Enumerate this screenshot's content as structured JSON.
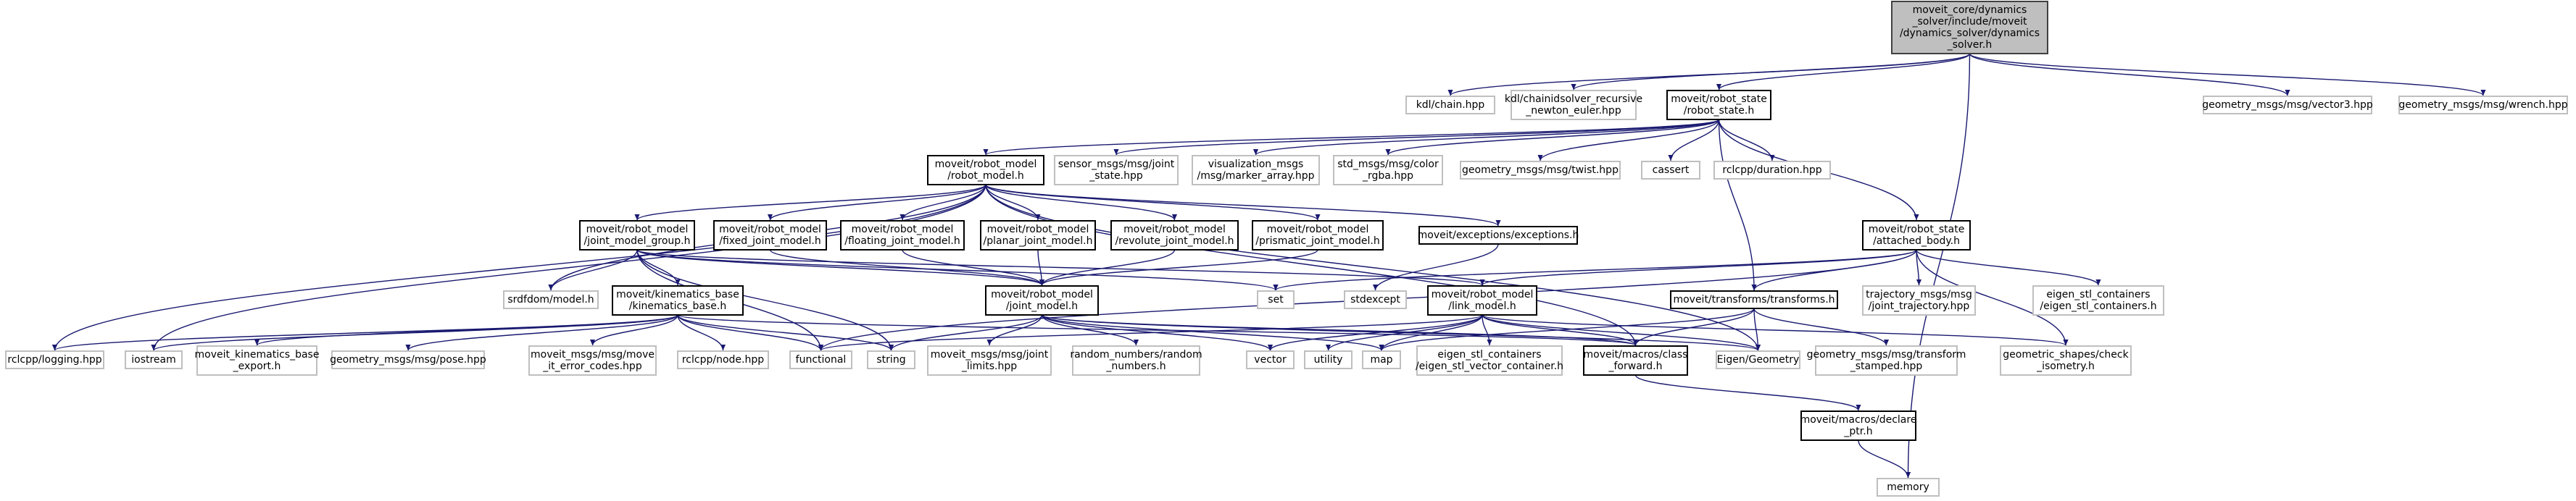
{
  "diagram": {
    "colors": {
      "edge": "#191970",
      "root_fill": "#bfbfbf",
      "root_border": "#404040",
      "internal_border": "#000000",
      "external_border": "#bfbfbf",
      "background": "#ffffff"
    },
    "nodes": [
      {
        "id": "dynamics_solver",
        "kind": "root",
        "lines": [
          "moveit_core/dynamics",
          "_solver/include/moveit",
          "/dynamics_solver/dynamics",
          "_solver.h"
        ]
      },
      {
        "id": "kdl_chain",
        "kind": "external",
        "lines": [
          "kdl/chain.hpp"
        ]
      },
      {
        "id": "kdl_chainidsolver",
        "kind": "external",
        "lines": [
          "kdl/chainidsolver_recursive",
          "_newton_euler.hpp"
        ]
      },
      {
        "id": "robot_state",
        "kind": "internal",
        "lines": [
          "moveit/robot_state",
          "/robot_state.h"
        ]
      },
      {
        "id": "vector3",
        "kind": "external",
        "lines": [
          "geometry_msgs/msg/vector3.hpp"
        ]
      },
      {
        "id": "wrench",
        "kind": "external",
        "lines": [
          "geometry_msgs/msg/wrench.hpp"
        ]
      },
      {
        "id": "robot_model",
        "kind": "internal",
        "lines": [
          "moveit/robot_model",
          "/robot_model.h"
        ]
      },
      {
        "id": "joint_state",
        "kind": "external",
        "lines": [
          "sensor_msgs/msg/joint",
          "_state.hpp"
        ]
      },
      {
        "id": "marker_array",
        "kind": "external",
        "lines": [
          "visualization_msgs",
          "/msg/marker_array.hpp"
        ]
      },
      {
        "id": "color_rgba",
        "kind": "external",
        "lines": [
          "std_msgs/msg/color",
          "_rgba.hpp"
        ]
      },
      {
        "id": "twist",
        "kind": "external",
        "lines": [
          "geometry_msgs/msg/twist.hpp"
        ]
      },
      {
        "id": "cassert",
        "kind": "external",
        "lines": [
          "cassert"
        ]
      },
      {
        "id": "duration",
        "kind": "external",
        "lines": [
          "rclcpp/duration.hpp"
        ]
      },
      {
        "id": "joint_model_group",
        "kind": "internal",
        "lines": [
          "moveit/robot_model",
          "/joint_model_group.h"
        ]
      },
      {
        "id": "fixed_joint_model",
        "kind": "internal",
        "lines": [
          "moveit/robot_model",
          "/fixed_joint_model.h"
        ]
      },
      {
        "id": "floating_joint_model",
        "kind": "internal",
        "lines": [
          "moveit/robot_model",
          "/floating_joint_model.h"
        ]
      },
      {
        "id": "planar_joint_model",
        "kind": "internal",
        "lines": [
          "moveit/robot_model",
          "/planar_joint_model.h"
        ]
      },
      {
        "id": "revolute_joint_model",
        "kind": "internal",
        "lines": [
          "moveit/robot_model",
          "/revolute_joint_model.h"
        ]
      },
      {
        "id": "prismatic_joint_model",
        "kind": "internal",
        "lines": [
          "moveit/robot_model",
          "/prismatic_joint_model.h"
        ]
      },
      {
        "id": "exceptions",
        "kind": "internal",
        "lines": [
          "moveit/exceptions/exceptions.h"
        ]
      },
      {
        "id": "attached_body",
        "kind": "internal",
        "lines": [
          "moveit/robot_state",
          "/attached_body.h"
        ]
      },
      {
        "id": "srdfdom",
        "kind": "external",
        "lines": [
          "srdfdom/model.h"
        ]
      },
      {
        "id": "kinematics_base",
        "kind": "internal",
        "lines": [
          "moveit/kinematics_base",
          "/kinematics_base.h"
        ]
      },
      {
        "id": "joint_model",
        "kind": "internal",
        "lines": [
          "moveit/robot_model",
          "/joint_model.h"
        ]
      },
      {
        "id": "set",
        "kind": "external",
        "lines": [
          "set"
        ]
      },
      {
        "id": "stdexcept",
        "kind": "external",
        "lines": [
          "stdexcept"
        ]
      },
      {
        "id": "link_model",
        "kind": "internal",
        "lines": [
          "moveit/robot_model",
          "/link_model.h"
        ]
      },
      {
        "id": "transforms",
        "kind": "internal",
        "lines": [
          "moveit/transforms/transforms.h"
        ]
      },
      {
        "id": "joint_trajectory",
        "kind": "external",
        "lines": [
          "trajectory_msgs/msg",
          "/joint_trajectory.hpp"
        ]
      },
      {
        "id": "eigen_stl_containers_h",
        "kind": "external",
        "lines": [
          "eigen_stl_containers",
          "/eigen_stl_containers.h"
        ]
      },
      {
        "id": "logging",
        "kind": "external",
        "lines": [
          "rclcpp/logging.hpp"
        ]
      },
      {
        "id": "iostream",
        "kind": "external",
        "lines": [
          "iostream"
        ]
      },
      {
        "id": "kinematics_base_export",
        "kind": "external",
        "lines": [
          "moveit_kinematics_base",
          "_export.h"
        ]
      },
      {
        "id": "pose",
        "kind": "external",
        "lines": [
          "geometry_msgs/msg/pose.hpp"
        ]
      },
      {
        "id": "move_it_error_codes",
        "kind": "external",
        "lines": [
          "moveit_msgs/msg/move",
          "_it_error_codes.hpp"
        ]
      },
      {
        "id": "node",
        "kind": "external",
        "lines": [
          "rclcpp/node.hpp"
        ]
      },
      {
        "id": "functional",
        "kind": "external",
        "lines": [
          "functional"
        ]
      },
      {
        "id": "string",
        "kind": "external",
        "lines": [
          "string"
        ]
      },
      {
        "id": "joint_limits",
        "kind": "external",
        "lines": [
          "moveit_msgs/msg/joint",
          "_limits.hpp"
        ]
      },
      {
        "id": "random_numbers",
        "kind": "external",
        "lines": [
          "random_numbers/random",
          "_numbers.h"
        ]
      },
      {
        "id": "vector",
        "kind": "external",
        "lines": [
          "vector"
        ]
      },
      {
        "id": "utility",
        "kind": "external",
        "lines": [
          "utility"
        ]
      },
      {
        "id": "map",
        "kind": "external",
        "lines": [
          "map"
        ]
      },
      {
        "id": "eigen_stl_vector_container",
        "kind": "external",
        "lines": [
          "eigen_stl_containers",
          "/eigen_stl_vector_container.h"
        ]
      },
      {
        "id": "class_forward",
        "kind": "internal",
        "lines": [
          "moveit/macros/class",
          "_forward.h"
        ]
      },
      {
        "id": "eigen_geometry",
        "kind": "external",
        "lines": [
          "Eigen/Geometry"
        ]
      },
      {
        "id": "transform_stamped",
        "kind": "external",
        "lines": [
          "geometry_msgs/msg/transform",
          "_stamped.hpp"
        ]
      },
      {
        "id": "check_isometry",
        "kind": "external",
        "lines": [
          "geometric_shapes/check",
          "_isometry.h"
        ]
      },
      {
        "id": "declare_ptr",
        "kind": "internal",
        "lines": [
          "moveit/macros/declare",
          "_ptr.h"
        ]
      },
      {
        "id": "memory",
        "kind": "external",
        "lines": [
          "memory"
        ]
      }
    ],
    "edges": [
      [
        "dynamics_solver",
        "kdl_chain"
      ],
      [
        "dynamics_solver",
        "kdl_chainidsolver"
      ],
      [
        "dynamics_solver",
        "robot_state"
      ],
      [
        "dynamics_solver",
        "vector3"
      ],
      [
        "dynamics_solver",
        "wrench"
      ],
      [
        "dynamics_solver",
        "memory"
      ],
      [
        "robot_state",
        "robot_model"
      ],
      [
        "robot_state",
        "joint_state"
      ],
      [
        "robot_state",
        "marker_array"
      ],
      [
        "robot_state",
        "color_rgba"
      ],
      [
        "robot_state",
        "twist"
      ],
      [
        "robot_state",
        "cassert"
      ],
      [
        "robot_state",
        "duration"
      ],
      [
        "robot_state",
        "attached_body"
      ],
      [
        "robot_state",
        "transforms"
      ],
      [
        "robot_model",
        "joint_model_group"
      ],
      [
        "robot_model",
        "fixed_joint_model"
      ],
      [
        "robot_model",
        "floating_joint_model"
      ],
      [
        "robot_model",
        "planar_joint_model"
      ],
      [
        "robot_model",
        "revolute_joint_model"
      ],
      [
        "robot_model",
        "prismatic_joint_model"
      ],
      [
        "robot_model",
        "exceptions"
      ],
      [
        "robot_model",
        "srdfdom"
      ],
      [
        "robot_model",
        "logging"
      ],
      [
        "robot_model",
        "iostream"
      ],
      [
        "robot_model",
        "class_forward"
      ],
      [
        "robot_model",
        "eigen_geometry"
      ],
      [
        "joint_model_group",
        "kinematics_base"
      ],
      [
        "joint_model_group",
        "joint_model"
      ],
      [
        "joint_model_group",
        "link_model"
      ],
      [
        "joint_model_group",
        "srdfdom"
      ],
      [
        "joint_model_group",
        "set"
      ],
      [
        "joint_model_group",
        "functional"
      ],
      [
        "joint_model_group",
        "string"
      ],
      [
        "fixed_joint_model",
        "joint_model"
      ],
      [
        "floating_joint_model",
        "joint_model"
      ],
      [
        "planar_joint_model",
        "joint_model"
      ],
      [
        "revolute_joint_model",
        "joint_model"
      ],
      [
        "prismatic_joint_model",
        "joint_model"
      ],
      [
        "exceptions",
        "stdexcept"
      ],
      [
        "kinematics_base",
        "logging"
      ],
      [
        "kinematics_base",
        "iostream"
      ],
      [
        "kinematics_base",
        "kinematics_base_export"
      ],
      [
        "kinematics_base",
        "pose"
      ],
      [
        "kinematics_base",
        "move_it_error_codes"
      ],
      [
        "kinematics_base",
        "node"
      ],
      [
        "kinematics_base",
        "functional"
      ],
      [
        "kinematics_base",
        "string"
      ],
      [
        "kinematics_base",
        "class_forward"
      ],
      [
        "joint_model",
        "string"
      ],
      [
        "joint_model",
        "joint_limits"
      ],
      [
        "joint_model",
        "random_numbers"
      ],
      [
        "joint_model",
        "vector"
      ],
      [
        "joint_model",
        "map"
      ],
      [
        "joint_model",
        "class_forward"
      ],
      [
        "joint_model",
        "eigen_geometry"
      ],
      [
        "attached_body",
        "link_model"
      ],
      [
        "attached_body",
        "transforms"
      ],
      [
        "attached_body",
        "joint_trajectory"
      ],
      [
        "attached_body",
        "eigen_stl_containers_h"
      ],
      [
        "attached_body",
        "set"
      ],
      [
        "attached_body",
        "functional"
      ],
      [
        "attached_body",
        "check_isometry"
      ],
      [
        "link_model",
        "functional"
      ],
      [
        "link_model",
        "vector"
      ],
      [
        "link_model",
        "utility"
      ],
      [
        "link_model",
        "map"
      ],
      [
        "link_model",
        "eigen_stl_vector_container"
      ],
      [
        "link_model",
        "class_forward"
      ],
      [
        "link_model",
        "eigen_geometry"
      ],
      [
        "link_model",
        "check_isometry"
      ],
      [
        "transforms",
        "map"
      ],
      [
        "transforms",
        "class_forward"
      ],
      [
        "transforms",
        "eigen_geometry"
      ],
      [
        "transforms",
        "transform_stamped"
      ],
      [
        "class_forward",
        "declare_ptr"
      ],
      [
        "declare_ptr",
        "memory"
      ]
    ]
  }
}
